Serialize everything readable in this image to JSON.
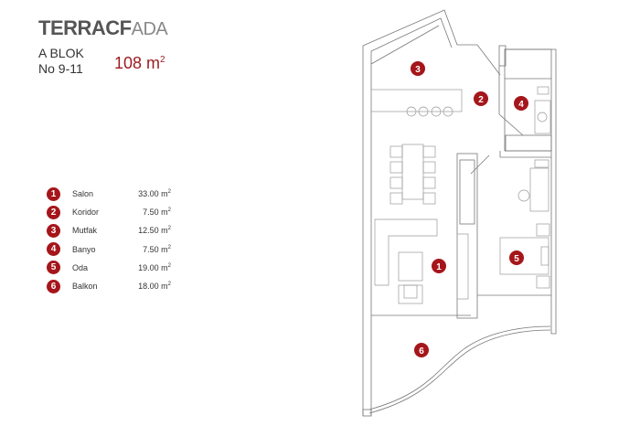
{
  "logo": {
    "bold": "TERRACF",
    "light": "ADA"
  },
  "block": "A BLOK",
  "unit_numbers": "No 9-11",
  "total_area": {
    "value": "108 m",
    "unit_sup": "2"
  },
  "rooms": [
    {
      "num": "1",
      "name": "Salon",
      "area": "33.00 m"
    },
    {
      "num": "2",
      "name": "Koridor",
      "area": "7.50 m"
    },
    {
      "num": "3",
      "name": "Mutfak",
      "area": "12.50 m"
    },
    {
      "num": "4",
      "name": "Banyo",
      "area": "7.50 m"
    },
    {
      "num": "5",
      "name": "Oda",
      "area": "19.00 m"
    },
    {
      "num": "6",
      "name": "Balkon",
      "area": "18.00 m"
    }
  ],
  "sup": "2",
  "colors": {
    "accent": "#a5161b"
  }
}
